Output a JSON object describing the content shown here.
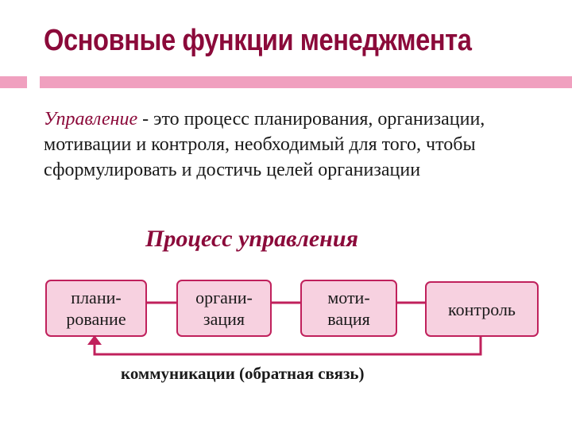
{
  "slide": {
    "title": "Основные функции менеджмента"
  },
  "definition": {
    "term": "Управление",
    "text": " - это процесс планирования, организации, мотивации и контроля, необходимый для того, чтобы сформулировать и достичь целей организации"
  },
  "diagram": {
    "title": "Процесс  управления",
    "steps": [
      "плани-\nрование",
      "органи-\nзация",
      "моти-\nвация",
      "контроль"
    ],
    "feedback_label": "коммуникации  (обратная связь)"
  },
  "colors": {
    "accent": "#8b0a3a",
    "bar": "#f0a0bf",
    "box_fill": "#f7d1e0",
    "box_border": "#c0215c"
  }
}
